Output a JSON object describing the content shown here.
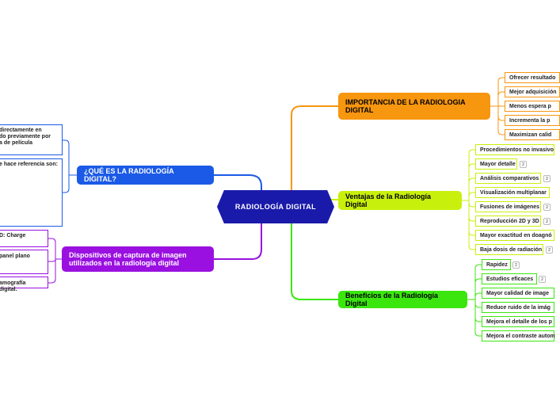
{
  "central": "RADIOLOGÍA DIGITAL",
  "colors": {
    "central": "#1a1aaa",
    "importancia": "#f7960f",
    "ventajas": "#c7f00c",
    "beneficios": "#3be60f",
    "que_es": "#1a5ae6",
    "dispositivos": "#9a10e0"
  },
  "importancia": {
    "title": "IMPORTANCIA DE LA RADIOLOGIA DIGITAL",
    "items": [
      "Ofrecer resultado",
      "Mejor adquisición",
      "Menos espera p",
      "Incrementa la p",
      "Maximizan calid"
    ]
  },
  "ventajas": {
    "title": "Ventajas de la Radiología Digital",
    "items": [
      {
        "label": "Procedimientos no invasivo",
        "badge": ""
      },
      {
        "label": "Mayor detalle",
        "badge": "2"
      },
      {
        "label": "Análisis comparativos",
        "badge": "2"
      },
      {
        "label": "Visualización multiplanar",
        "badge": ""
      },
      {
        "label": "Fusiones de imágenes",
        "badge": "2"
      },
      {
        "label": "Reproducción 2D y 3D",
        "badge": "2"
      },
      {
        "label": "Mayor exactitud en doagnó",
        "badge": ""
      },
      {
        "label": "Baja dosis de radiación",
        "badge": "2"
      }
    ]
  },
  "beneficios": {
    "title": "Beneficios de la Radiología Digital",
    "items": [
      {
        "label": "Rapidez",
        "badge": "2"
      },
      {
        "label": "Estudios eficaces",
        "badge": "2"
      },
      {
        "label": "Mayor calidad de image",
        "badge": ""
      },
      {
        "label": "Reduce ruido de la imág",
        "badge": ""
      },
      {
        "label": "Mejora el detalle de los p",
        "badge": ""
      },
      {
        "label": "Mejora el contraste autom",
        "badge": ""
      }
    ]
  },
  "que_es": {
    "title": "¿QUÉ ES LA RADIOLOGÍA DIGITAL?",
    "items": [
      "directamente en\ndo previamente por\na de película",
      "e hace referencia son:"
    ]
  },
  "dispositivos": {
    "title": "Dispositivos de captura de imagen utilizados en la radiología digital",
    "items": [
      "D: Charge",
      "panel plano",
      "amografía digital."
    ]
  }
}
